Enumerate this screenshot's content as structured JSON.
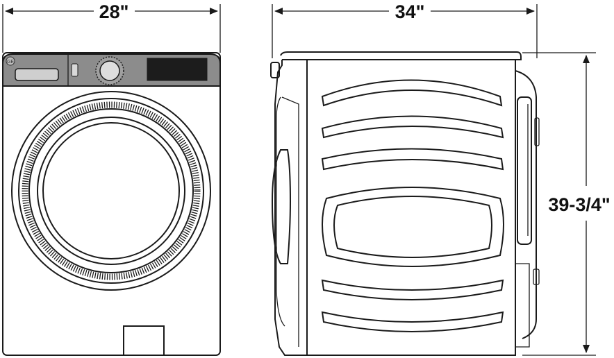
{
  "dimensions": {
    "width": "28\"",
    "depth": "34\"",
    "height": "39-3/4\""
  },
  "colors": {
    "line": "#1a1a1a",
    "panel": "#8c8c8c",
    "display": "#1c1c1c",
    "background": "#ffffff"
  },
  "icons": {
    "brand_logo": "ge-logo-icon",
    "knob": "cycle-knob-icon"
  }
}
